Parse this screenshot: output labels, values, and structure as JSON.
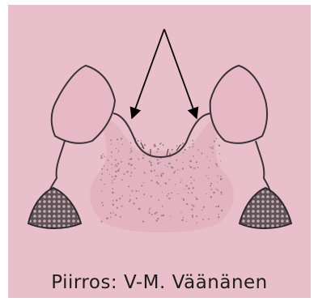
{
  "credit": "Piirros: V-M. Väänänen",
  "colors": {
    "background": "#e9bfcc",
    "ink": "#2e2a2c",
    "stipple": "#9a8388"
  },
  "figure": {
    "subject": "anatomical pencil sketch with two pointer arrows",
    "arrow_count": 2
  }
}
